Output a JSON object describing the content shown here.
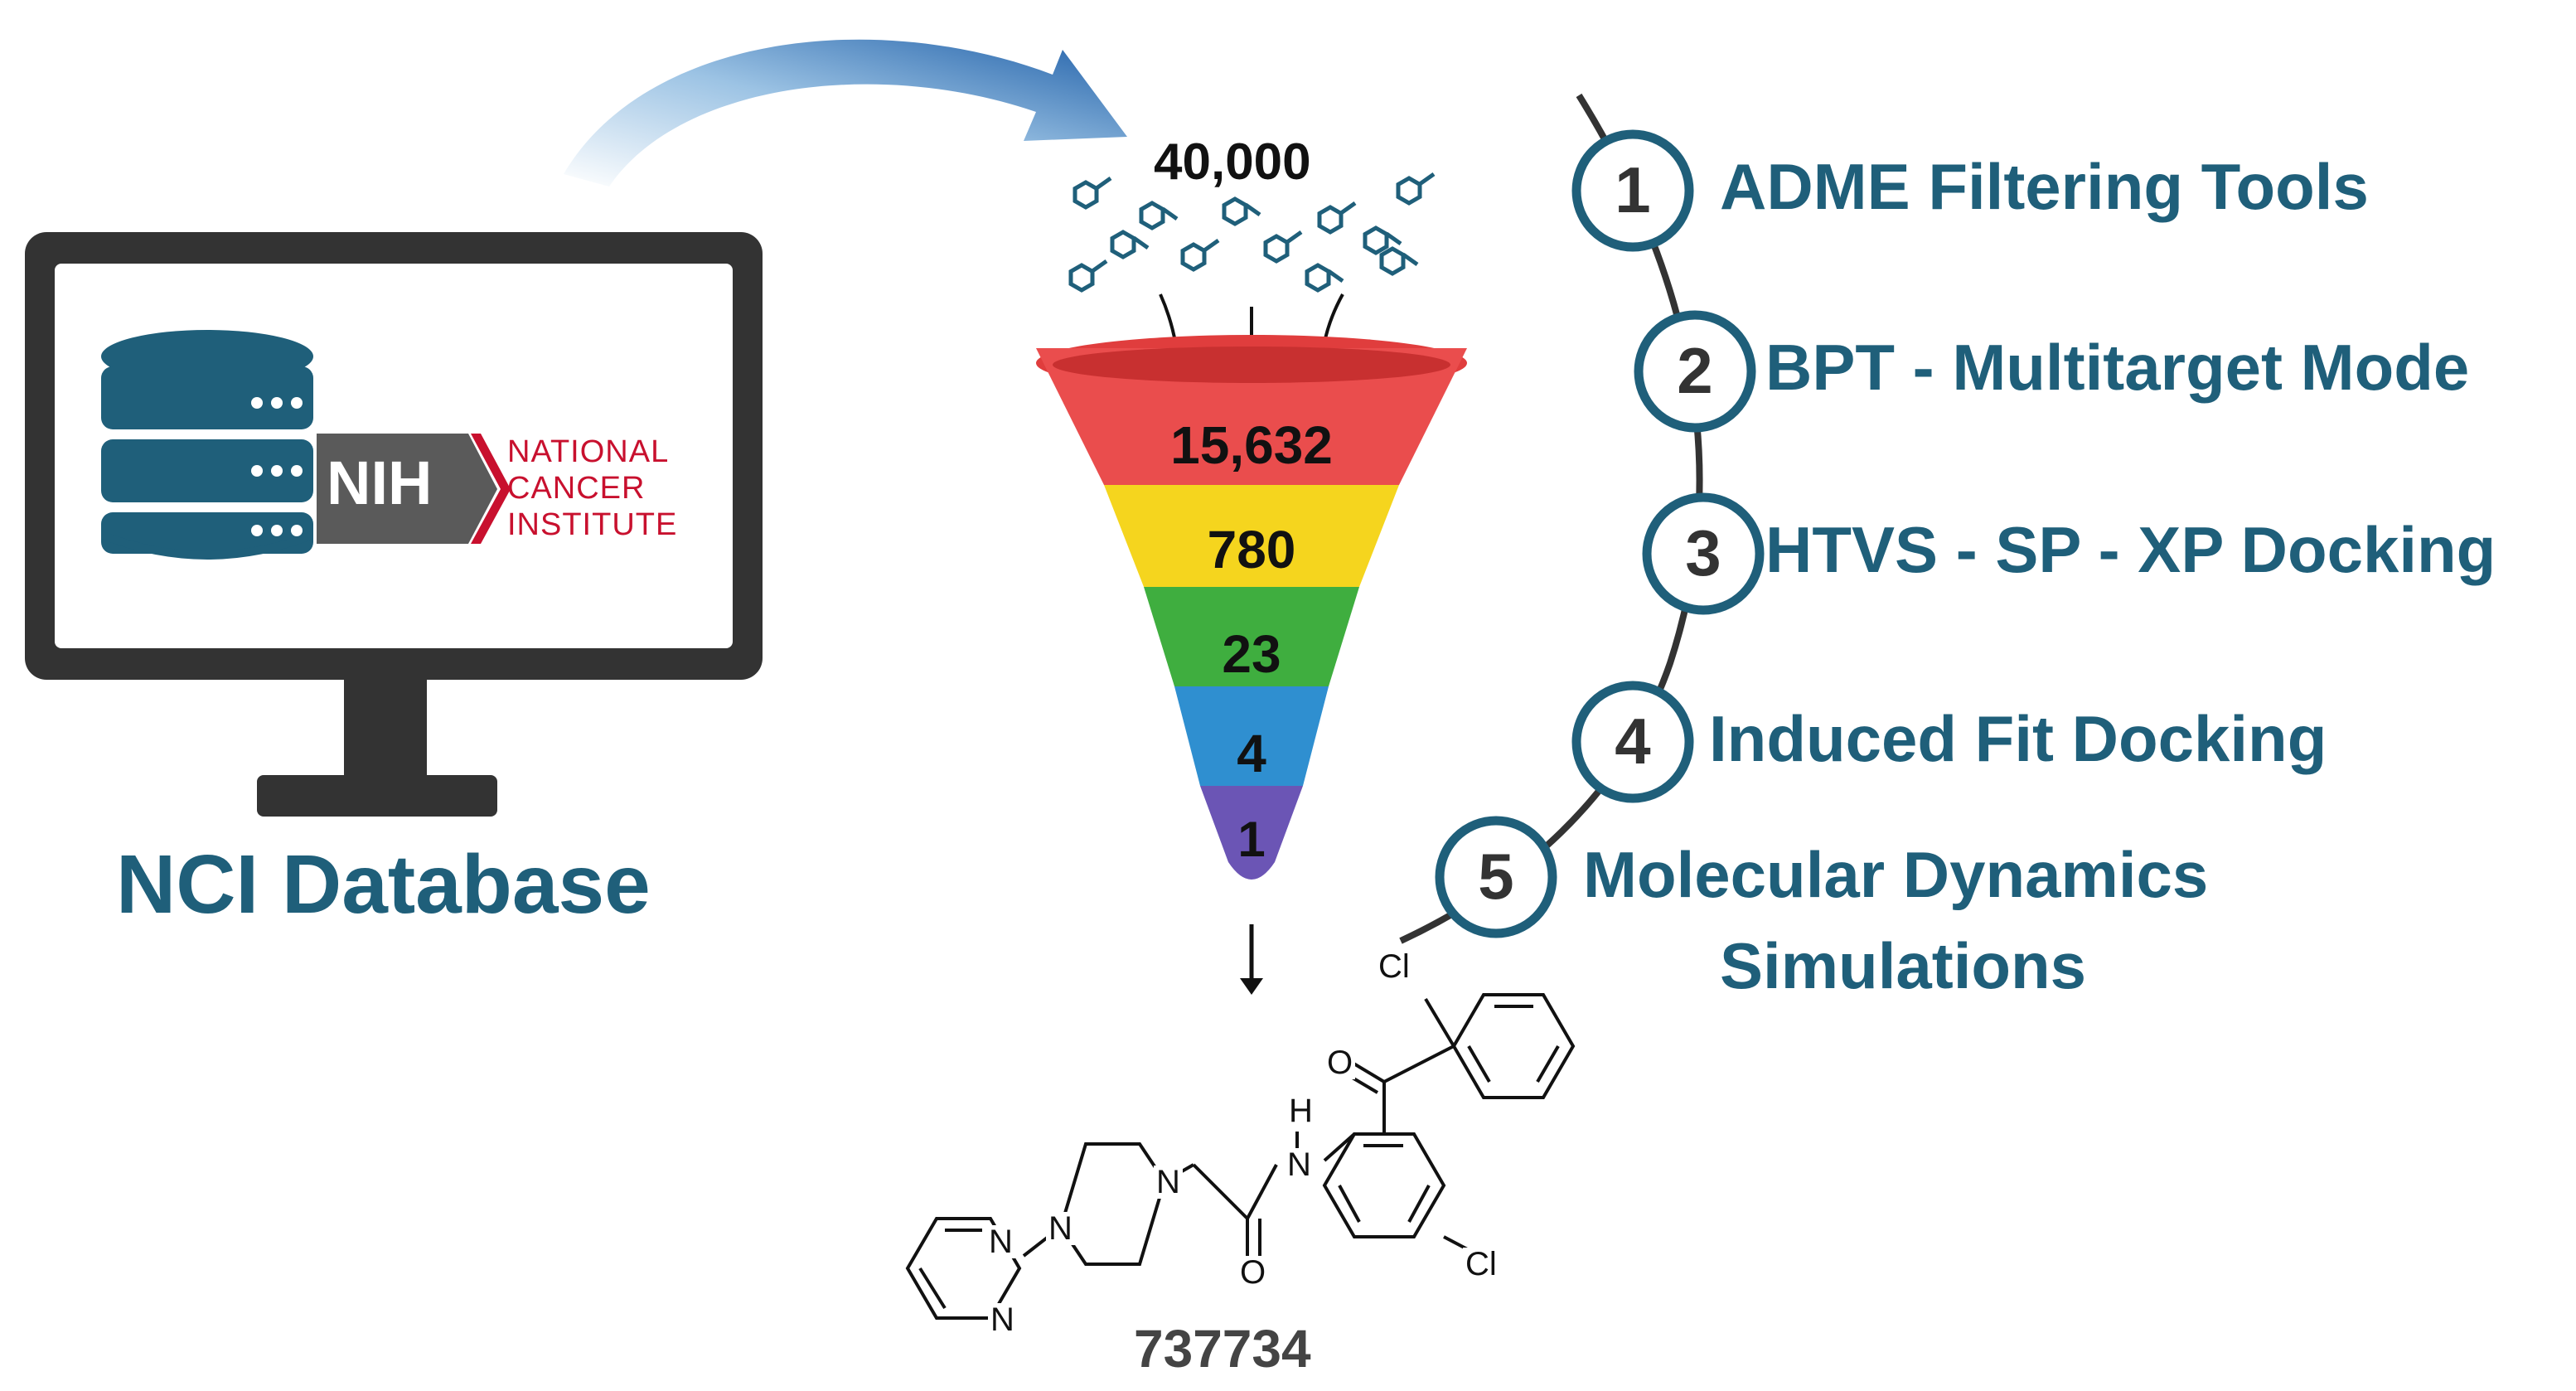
{
  "database": {
    "title": "NCI Database",
    "nih_badge": "NIH",
    "institute_lines": [
      "NATIONAL",
      "CANCER",
      "INSTITUTE"
    ]
  },
  "funnel": {
    "initial_count": "40,000",
    "stages": [
      {
        "count": "15,632",
        "color": "#ea4d4d"
      },
      {
        "count": "780",
        "color": "#f5d51e"
      },
      {
        "count": "23",
        "color": "#3fae3f"
      },
      {
        "count": "4",
        "color": "#2f8fd0"
      },
      {
        "count": "1",
        "color": "#6b55b5"
      }
    ]
  },
  "steps": [
    {
      "number": "1",
      "label": "ADME Filtering Tools"
    },
    {
      "number": "2",
      "label": "BPT - Multitarget Mode"
    },
    {
      "number": "3",
      "label": "HTVS - SP - XP Docking"
    },
    {
      "number": "4",
      "label": "Induced Fit Docking"
    },
    {
      "number": "5",
      "label": "Molecular Dynamics",
      "label_line2": "Simulations"
    }
  ],
  "hit_compound": {
    "id": "737734",
    "atoms": {
      "chlorine": "Cl",
      "oxygen": "O",
      "nitrogen": "N",
      "hydrogen": "H"
    }
  },
  "colors": {
    "primary_text": "#1f5f7a",
    "monitor_frame": "#333333",
    "database_icon": "#1f5f7a",
    "nih_red": "#c8102e",
    "arrow_blue": "#2566a8"
  }
}
